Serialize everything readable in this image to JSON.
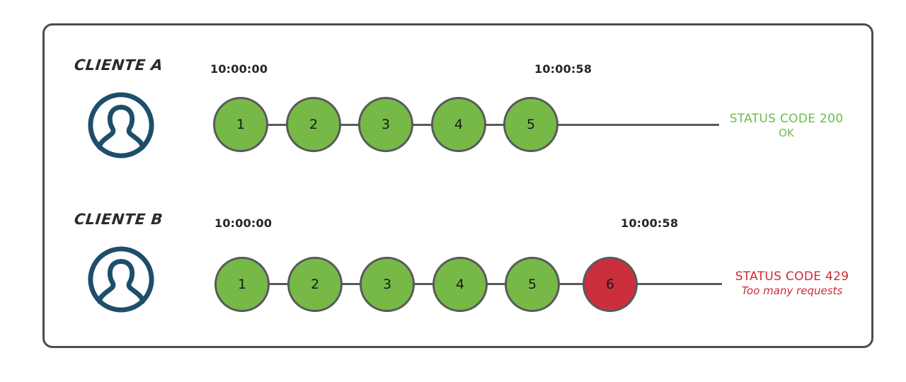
{
  "diagram": {
    "title_hidden": "",
    "frame": {
      "border_color": "#4d4d4d"
    },
    "colors": {
      "node_ok": "#76b947",
      "node_error": "#cc2f3c",
      "node_border": "#595959",
      "connector": "#595959",
      "avatar": "#1d4e6b",
      "status_ok_text": "#6cbd45",
      "status_error_text": "#cc2a38",
      "timestamp_text": "#262626",
      "label_text": "#2b2b2b"
    },
    "rows": [
      {
        "id": "client-a",
        "label": "CLIENTE A",
        "avatar_icon": "user-avatar-icon",
        "timestamp_start": "10:00:00",
        "timestamp_end": "10:00:58",
        "nodes": [
          {
            "number": "1",
            "state": "ok"
          },
          {
            "number": "2",
            "state": "ok"
          },
          {
            "number": "3",
            "state": "ok"
          },
          {
            "number": "4",
            "state": "ok"
          },
          {
            "number": "5",
            "state": "ok"
          }
        ],
        "status": {
          "line1": "STATUS CODE 200",
          "line2": "OK",
          "state": "ok"
        }
      },
      {
        "id": "client-b",
        "label": "CLIENTE B",
        "avatar_icon": "user-avatar-icon",
        "timestamp_start": "10:00:00",
        "timestamp_end": "10:00:58",
        "nodes": [
          {
            "number": "1",
            "state": "ok"
          },
          {
            "number": "2",
            "state": "ok"
          },
          {
            "number": "3",
            "state": "ok"
          },
          {
            "number": "4",
            "state": "ok"
          },
          {
            "number": "5",
            "state": "ok"
          },
          {
            "number": "6",
            "state": "error"
          }
        ],
        "status": {
          "line1": "STATUS CODE 429",
          "line2": "Too many requests",
          "state": "error"
        }
      }
    ]
  }
}
